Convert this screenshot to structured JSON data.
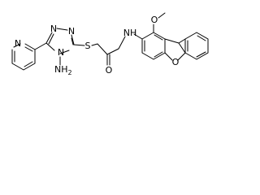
{
  "structure": {
    "atoms": {
      "nitrogen_pyridine": "N",
      "nitrogen_triazole_n1": "N",
      "nitrogen_triazole_n2": "N",
      "nitrogen_triazole_n4": "N",
      "amino_group": "NH",
      "amino_subscript": "2",
      "sulfur": "S",
      "carbonyl_oxygen": "O",
      "amide_nh": "NH",
      "methoxy_oxygen": "O",
      "furan_oxygen": "O"
    },
    "colors": {
      "bond": "#000000",
      "label": "#000000",
      "background": "#ffffff"
    }
  }
}
